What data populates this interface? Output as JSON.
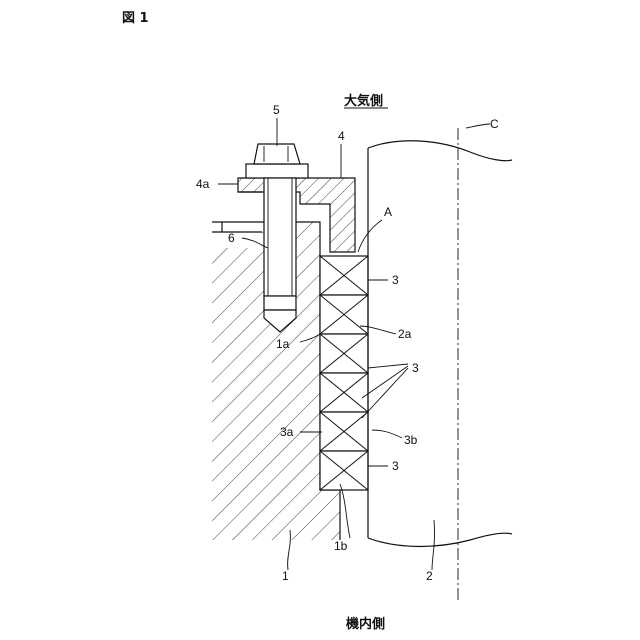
{
  "figure_label": "図 1",
  "top_label": "大気側",
  "bottom_label": "機内側",
  "part_labels": {
    "p5": "5",
    "p4": "4",
    "p4a": "4a",
    "p6": "6",
    "pA": "A",
    "pC": "C",
    "p3_top": "3",
    "p2a": "2a",
    "p1a": "1a",
    "p3_mid": "3",
    "p3a": "3a",
    "p3b": "3b",
    "p3_bot": "3",
    "p1b": "1b",
    "p1": "1",
    "p2": "2"
  },
  "packing_ring_count": 6,
  "colors": {
    "ink": "#111111",
    "background": "#ffffff"
  }
}
